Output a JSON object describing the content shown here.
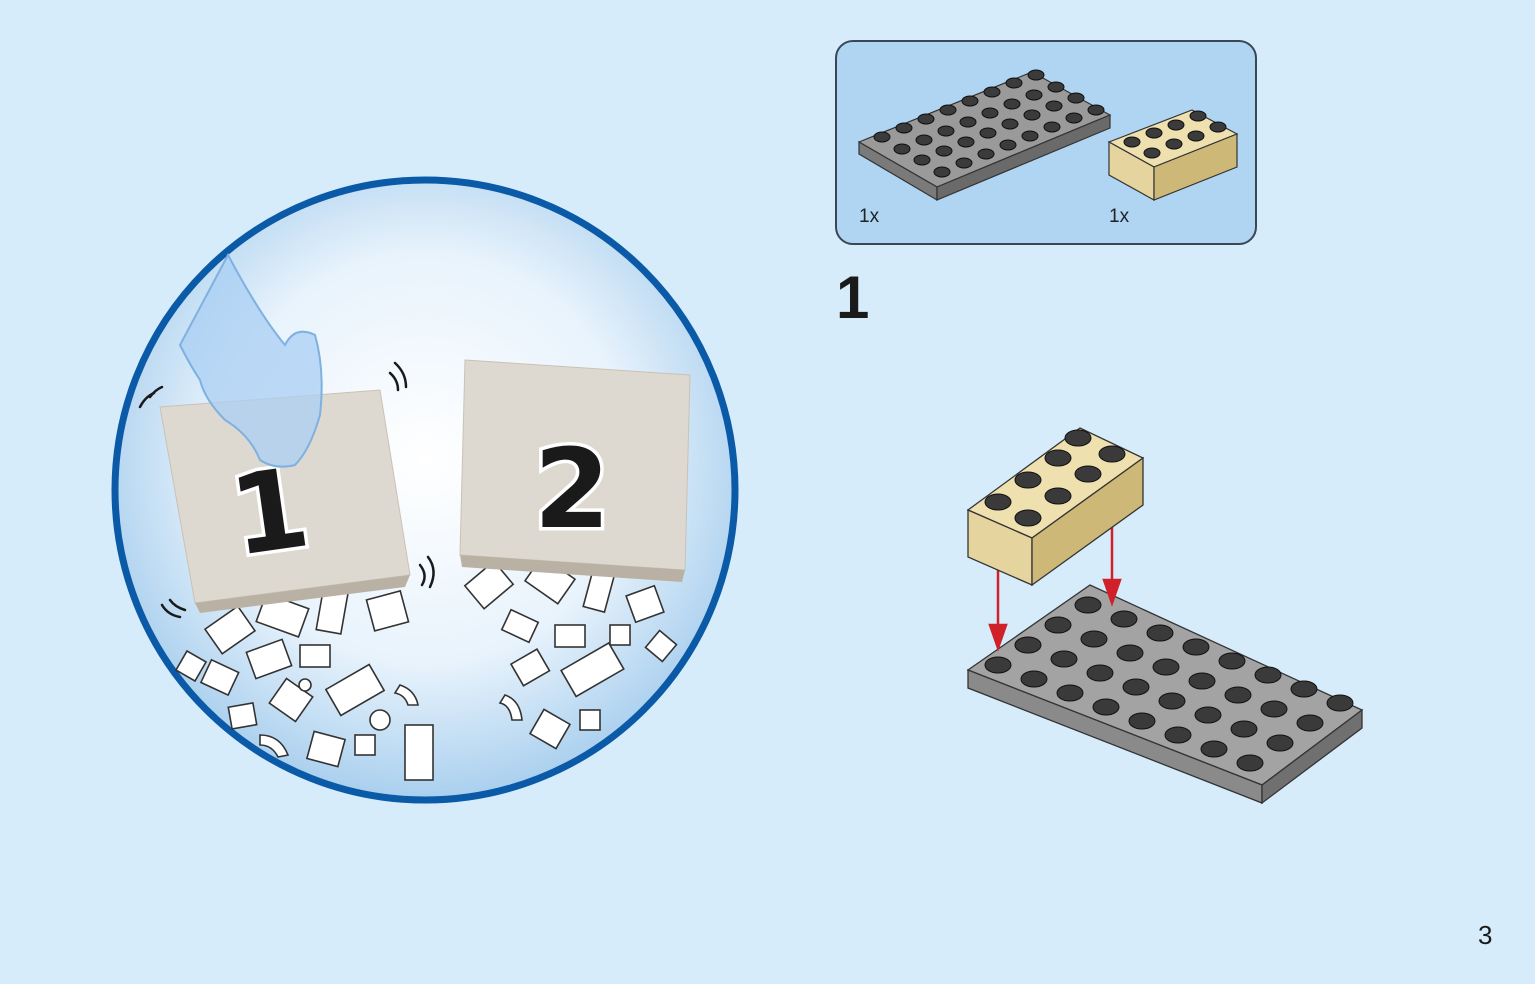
{
  "parts_list": {
    "items": [
      {
        "name": "dark-gray-plate-4x8",
        "quantity": "1x",
        "color": "#8c8c8c"
      },
      {
        "name": "tan-brick-2x4",
        "quantity": "1x",
        "color": "#e6d49f"
      }
    ]
  },
  "step": {
    "number": "1"
  },
  "bags": [
    {
      "label": "1"
    },
    {
      "label": "2"
    }
  ],
  "page": {
    "number": "3"
  },
  "colors": {
    "background": "#d6ecfa",
    "circle_border": "#0b5aa8",
    "arrow": "#d0202a",
    "bag": "#ded9d0"
  },
  "icons": [
    "hand-icon",
    "shake-motion-icon",
    "falling-bricks-icon",
    "down-arrow-icon"
  ]
}
